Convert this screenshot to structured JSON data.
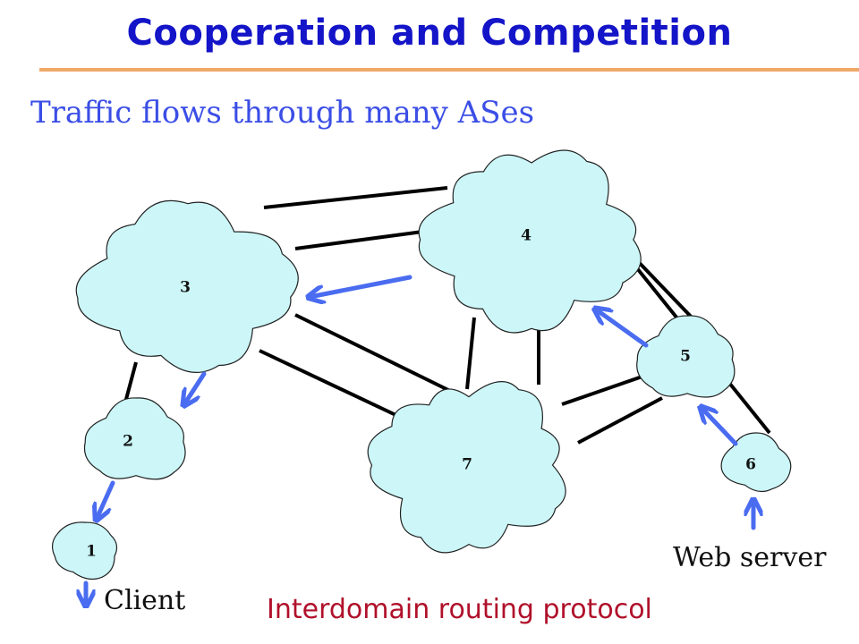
{
  "slide": {
    "title": "Cooperation and Competition",
    "subtitle": "Traffic flows through many ASes",
    "client_label": "Client",
    "server_label": "Web server",
    "footer": "Interdomain routing protocol"
  },
  "colors": {
    "title": "#1414c8",
    "subtitle": "#3b4ee6",
    "rule": "#f0a868",
    "cloud_fill": "#ccf6f8",
    "cloud_stroke": "#222222",
    "link": "#000000",
    "arrow": "#4a6cf0",
    "footer": "#b0102a"
  },
  "nodes": [
    {
      "id": "3",
      "label": "3"
    },
    {
      "id": "4",
      "label": "4"
    },
    {
      "id": "5",
      "label": "5"
    },
    {
      "id": "2",
      "label": "2"
    },
    {
      "id": "7",
      "label": "7"
    },
    {
      "id": "6",
      "label": "6"
    },
    {
      "id": "1",
      "label": "1"
    }
  ],
  "links": [
    [
      "3",
      "4"
    ],
    [
      "3",
      "4"
    ],
    [
      "3",
      "2"
    ],
    [
      "3",
      "7"
    ],
    [
      "3",
      "7"
    ],
    [
      "4",
      "7"
    ],
    [
      "4",
      "7"
    ],
    [
      "4",
      "5"
    ],
    [
      "4",
      "6"
    ],
    [
      "5",
      "7"
    ],
    [
      "5",
      "7"
    ]
  ],
  "path": [
    "6",
    "5",
    "4",
    "3",
    "2",
    "1"
  ]
}
